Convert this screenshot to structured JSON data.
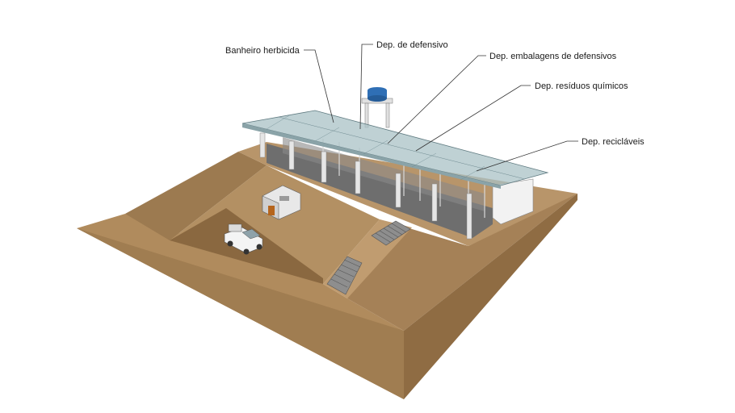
{
  "labels": {
    "banheiro_herbicida": "Banheiro herbicida",
    "dep_defensivo": "Dep. de defensivo",
    "dep_embalagens": "Dep. embalagens de defensivos",
    "dep_residuos": "Dep. resíduos químicos",
    "dep_reciclaveis": "Dep. recicláveis"
  },
  "colors": {
    "terrain_top": "#b08b5d",
    "terrain_side": "#967248",
    "terrain_dark": "#7f5f3a",
    "roof_glass": "#a9c1c6",
    "wall": "#f2f2f2",
    "water_tank": "#2f6fb5"
  }
}
